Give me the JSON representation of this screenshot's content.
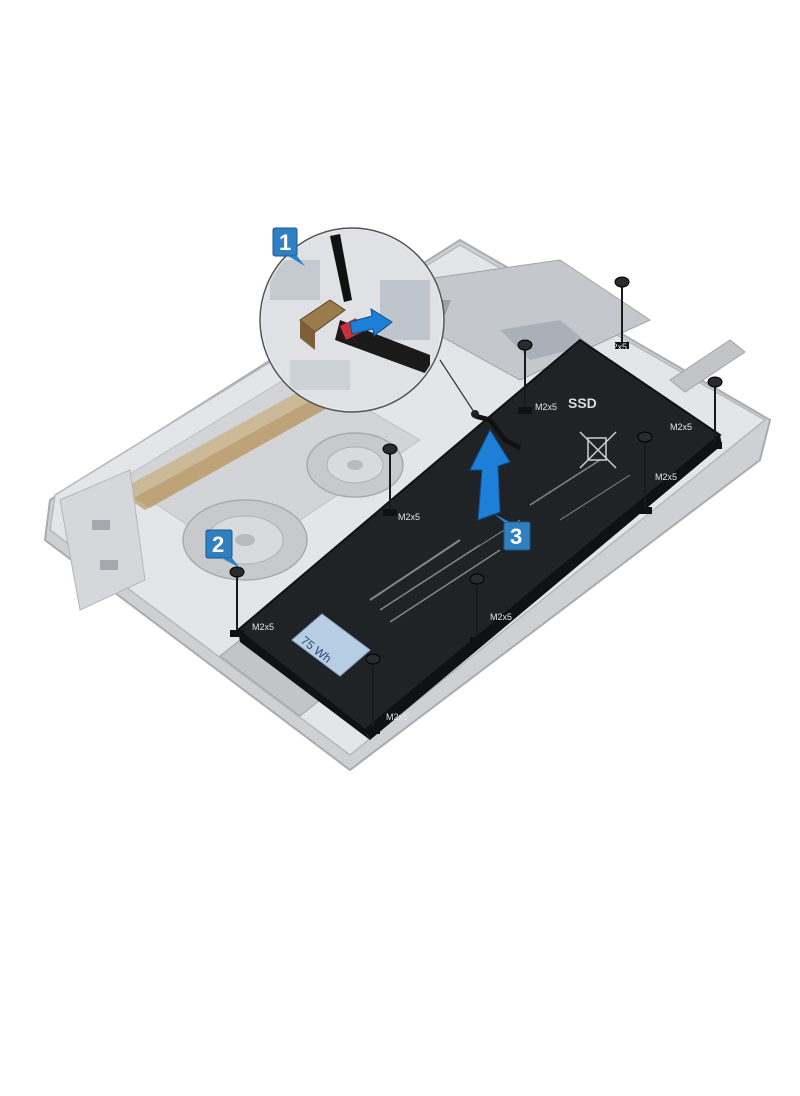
{
  "steps": [
    {
      "number": "1"
    },
    {
      "number": "2"
    },
    {
      "number": "3"
    }
  ],
  "battery": {
    "capacity_label": "75 Wh",
    "ssd_label": "SSD"
  },
  "screw_label": "M2x5",
  "colors": {
    "callout": "#2f7fc1",
    "battery": "#1f2326",
    "chassis": "#dcdde0",
    "arrow": "#1e7fd8"
  }
}
